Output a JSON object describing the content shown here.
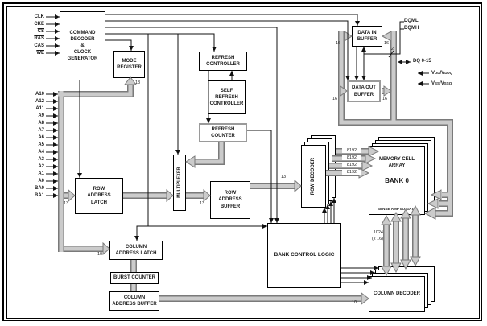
{
  "signals": {
    "control": [
      "CLK",
      "CKE",
      "CS",
      "RAS",
      "CAS",
      "WE"
    ],
    "address": [
      "A10",
      "A12",
      "A11",
      "A9",
      "A8",
      "A7",
      "A6",
      "A5",
      "A4",
      "A3",
      "A2",
      "A1",
      "A0",
      "BA0",
      "BA1"
    ]
  },
  "blocks": {
    "command_decoder": "COMMAND\nDECODER\n&\nCLOCK\nGENERATOR",
    "mode_register": "MODE\nREGISTER",
    "refresh_controller": "REFRESH\nCONTROLLER",
    "self_refresh_controller": "SELF\nREFRESH\nCONTROLLER",
    "refresh_counter": "REFRESH\nCOUNTER",
    "multiplexer": "MULTIPLEXER",
    "row_address_latch": "ROW\nADDRESS\nLATCH",
    "row_address_buffer": "ROW\nADDRESS\nBUFFER",
    "row_decoder": "ROW DECODER",
    "memory_cell_array": "MEMORY CELL\nARRAY",
    "bank0": "BANK 0",
    "sense_amp": "SENSE AMP I/O GATE",
    "bank_control_logic": "BANK CONTROL LOGIC",
    "column_address_latch": "COLUMN\nADDRESS LATCH",
    "burst_counter": "BURST COUNTER",
    "column_address_buffer": "COLUMN\nADDRESS BUFFER",
    "column_decoder": "COLUMN DECODER",
    "data_in_buffer": "DATA IN\nBUFFER",
    "data_out_buffer": "DATA OUT\nBUFFER"
  },
  "widths": {
    "mode": "13",
    "row_latch": "13",
    "mux_out": "13",
    "row_dec": "13",
    "col_latch": "10",
    "col_dec": "10",
    "dqm": "2",
    "din_left": "16",
    "din_right": "16",
    "dout_left": "16",
    "dout_right": "16",
    "wordline": "8192",
    "bitline": "1024",
    "bitline_note": "(x 16)"
  },
  "pins": {
    "dqml": "DQML",
    "dqmh": "DQMH",
    "dq": "DQ 0-15",
    "vdd_main": "V",
    "vdd_sub1": "DD",
    "vdd_sep": "/V",
    "vdd_sub2": "DDQ",
    "vss_main": "V",
    "vss_sub1": "SS",
    "vss_sep": "/V",
    "vss_sub2": "SSQ"
  },
  "colors": {
    "bus_fill": "#cbcbcb",
    "bus_edge": "#7a7a7a",
    "wire": "#111111",
    "text": "#1a1a1a",
    "background": "#ffffff"
  }
}
